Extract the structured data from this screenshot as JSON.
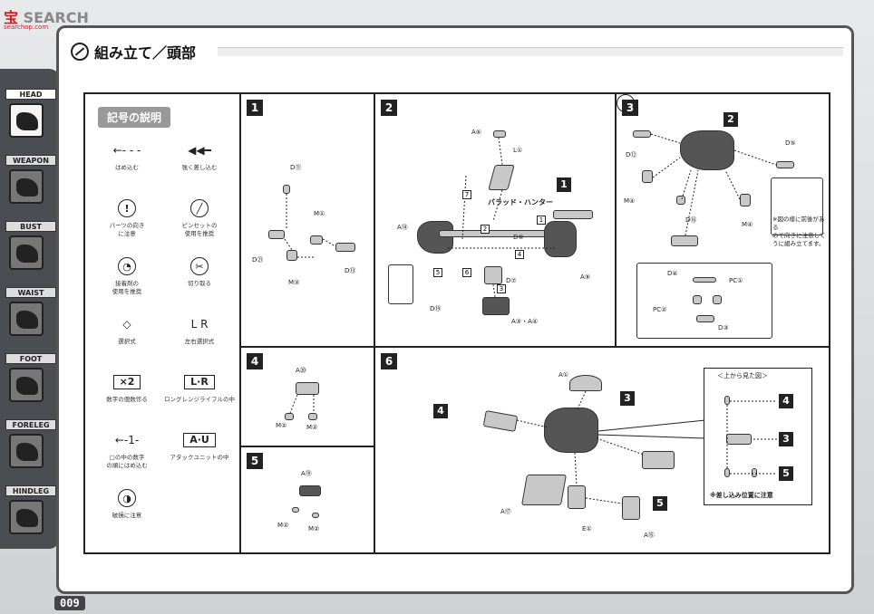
{
  "header": {
    "logo_red": "宝",
    "logo_text": "SEARCH",
    "logo_sub": "searchop.com",
    "title": "組み立て／頭部"
  },
  "sidebar": [
    {
      "label": "HEAD",
      "active": true
    },
    {
      "label": "WEAPON",
      "active": false
    },
    {
      "label": "BUST",
      "active": false
    },
    {
      "label": "WAIST",
      "active": false
    },
    {
      "label": "FOOT",
      "active": false
    },
    {
      "label": "FORELEG",
      "active": false
    },
    {
      "label": "HINDLEG",
      "active": false
    }
  ],
  "legend": {
    "title": "記号の説明",
    "items": [
      {
        "glyph": "←- - -",
        "text": "はめ込む"
      },
      {
        "glyph": "◀◀━",
        "text": "強く差し込む"
      },
      {
        "glyph": "!",
        "text": "パーツの向き\nに注意"
      },
      {
        "glyph": "╱",
        "text": "ピンセットの\n使用を推奨"
      },
      {
        "glyph": "◔",
        "text": "接着剤の\n使用を推奨"
      },
      {
        "glyph": "✂",
        "text": "切り取る"
      },
      {
        "glyph": "◇",
        "text": "選択式"
      },
      {
        "glyph": "L R",
        "text": "左右選択式"
      },
      {
        "glyph": "×2",
        "text": "数字の個数作る"
      },
      {
        "glyph": "L·R",
        "text": "ロングレンジライフルの中"
      },
      {
        "glyph": "←-1-",
        "text": "□の中の数字\nの順にはめ込む"
      },
      {
        "glyph": "A·U",
        "text": "アタックユニットの中"
      },
      {
        "glyph": "◑",
        "text": "破損に注意"
      }
    ]
  },
  "steps": {
    "s1": {
      "num": "1",
      "parts": [
        "D⑪",
        "M①",
        "D㉑",
        "M③",
        "D⑬"
      ]
    },
    "s2": {
      "num": "2",
      "label": "バラッド・ハンター",
      "parts": [
        "A⑥",
        "L①",
        "A⑭",
        "D⑧",
        "D⑦",
        "A⑨",
        "D⑲",
        "A③・A④"
      ],
      "sub": [
        "1",
        "2",
        "3",
        "4",
        "5",
        "6",
        "7"
      ],
      "ref": "1"
    },
    "s3": {
      "num": "3",
      "ref": "2",
      "parts": [
        "D⑫",
        "D⑤",
        "M④",
        "D⑯",
        "M④",
        "D④",
        "PC①",
        "PC②",
        "D③"
      ],
      "note": "※図の様に前後がある\nので向きに注意して\nうに組み立てます。"
    },
    "s4": {
      "num": "4",
      "parts": [
        "A⑳",
        "M②",
        "M②"
      ]
    },
    "s5": {
      "num": "5",
      "parts": [
        "A⑲",
        "M②",
        "M②"
      ]
    },
    "s6": {
      "num": "6",
      "parts": [
        "A①",
        "A⑰",
        "E①",
        "A⑮"
      ],
      "refs": [
        "4",
        "3",
        "5"
      ],
      "inset_title": "＜上から見た図＞",
      "inset_refs": [
        "4",
        "3",
        "5"
      ],
      "inset_note": "※差し込み位置に注意"
    }
  },
  "page_number": "009"
}
